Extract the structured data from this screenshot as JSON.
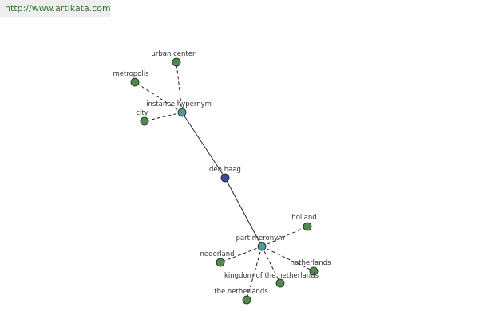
{
  "banner": {
    "url_text": "http://www.artikata.com"
  },
  "colors": {
    "center": "#3a4a9a",
    "relation": "#4a9a9a",
    "leaf": "#4e8a4e",
    "edge": "#222222",
    "banner_text": "#2a7a2a"
  },
  "graph": {
    "center": {
      "id": "den-haag",
      "label": "den haag",
      "kind": "center"
    },
    "relations": [
      {
        "id": "instance-hypernym",
        "label": "instance hypernym",
        "kind": "relation"
      },
      {
        "id": "part-meronym",
        "label": "part meronym",
        "kind": "relation"
      }
    ],
    "leaves": [
      {
        "id": "urban-center",
        "label": "urban center",
        "parent": "instance-hypernym"
      },
      {
        "id": "metropolis",
        "label": "metropolis",
        "parent": "instance-hypernym"
      },
      {
        "id": "city",
        "label": "city",
        "parent": "instance-hypernym"
      },
      {
        "id": "holland",
        "label": "holland",
        "parent": "part-meronym"
      },
      {
        "id": "nederland",
        "label": "nederland",
        "parent": "part-meronym"
      },
      {
        "id": "netherlands",
        "label": "netherlands",
        "parent": "part-meronym"
      },
      {
        "id": "kingdom-of-the-netherlands",
        "label": "kingdom of the netherlands",
        "parent": "part-meronym"
      },
      {
        "id": "the-netherlands",
        "label": "the netherlands",
        "parent": "part-meronym"
      }
    ]
  }
}
